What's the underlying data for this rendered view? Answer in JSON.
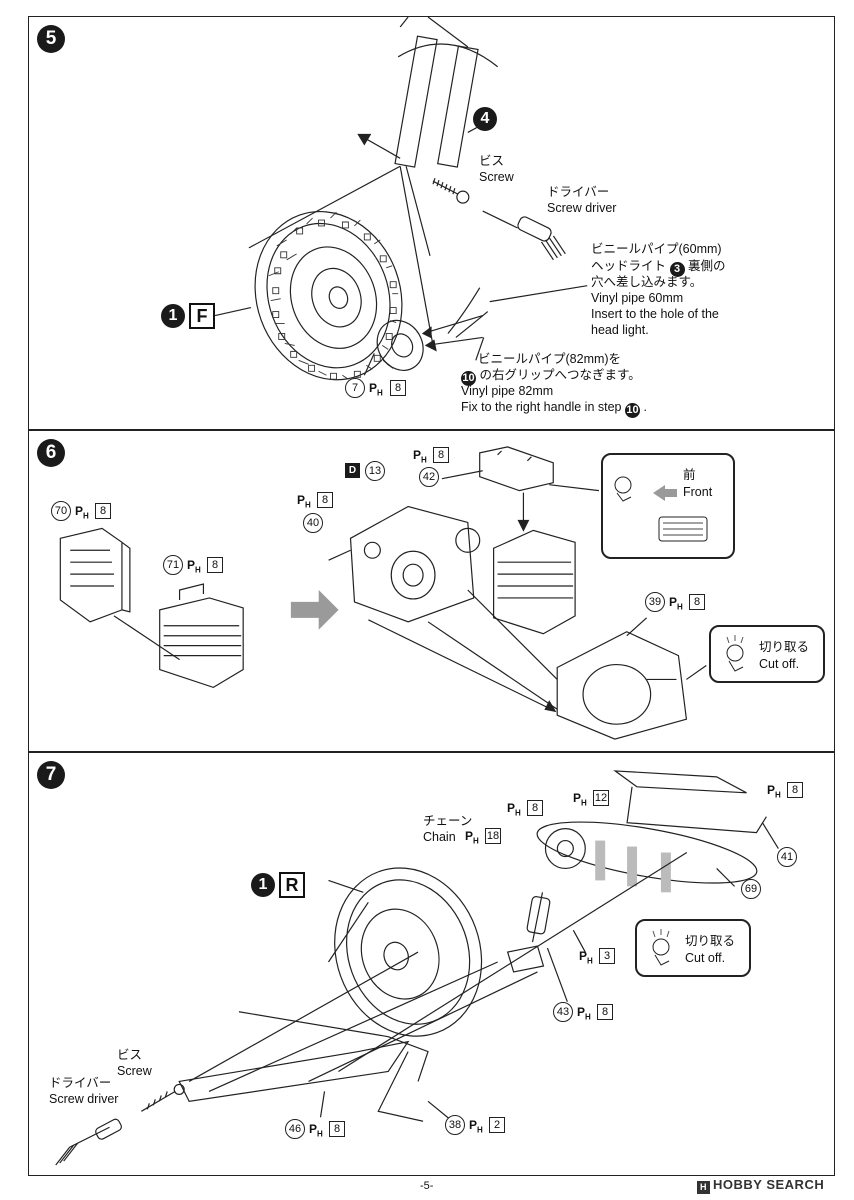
{
  "step5": {
    "number": "5",
    "ref_step_4": "4",
    "screw_jp": "ビス",
    "screw_en": "Screw",
    "driver_jp": "ドライバー",
    "driver_en": "Screw driver",
    "vinyl60": {
      "line1": "ビニールパイプ(60mm)",
      "line2_pre": "ヘッドライト",
      "line2_ref": "3",
      "line2_post": "裏側の",
      "line3": "穴へ差し込みます。",
      "line4": "Vinyl pipe 60mm",
      "line5": "Insert to the hole of the",
      "line6": "head light."
    },
    "vinyl82": {
      "line1": "ビニールパイプ(82mm)を",
      "line2_ref": "10",
      "line2_post": "の右グリップへつなぎます。",
      "line3": "Vinyl pipe 82mm",
      "line4_pre": "Fix to the right handle in step",
      "line4_ref": "10",
      "line4_post": "."
    },
    "assembly_ref": "1",
    "assembly_letter": "F",
    "part": "7",
    "ph_label": "P",
    "ph_sub": "H",
    "ph_num": "8"
  },
  "step6": {
    "number": "6",
    "parts": [
      {
        "num": "70",
        "ph": "8"
      },
      {
        "num": "71",
        "ph": "8"
      },
      {
        "num": "40",
        "ph": "8"
      },
      {
        "num": "13",
        "ph": ""
      },
      {
        "num": "42",
        "ph": "8"
      },
      {
        "num": "39",
        "ph": "8"
      }
    ],
    "d_label": "D",
    "ph_label": "P",
    "ph_sub": "H",
    "front_jp": "前",
    "front_en": "Front",
    "cutoff_jp": "切り取る",
    "cutoff_en": "Cut off."
  },
  "step7": {
    "number": "7",
    "assembly_ref": "1",
    "assembly_letter": "R",
    "chain_jp": "チェーン",
    "chain_en": "Chain",
    "ph_label": "P",
    "ph_sub": "H",
    "ph_chain": "18",
    "ph_top": "12",
    "ph_a": "8",
    "ph_b": "8",
    "parts": [
      {
        "num": "41",
        "ph": ""
      },
      {
        "num": "69",
        "ph": ""
      },
      {
        "num": "43",
        "ph": "8"
      },
      {
        "num": "46",
        "ph": "8"
      },
      {
        "num": "38",
        "ph": "2"
      }
    ],
    "ph_shock": "3",
    "cutoff_jp": "切り取る",
    "cutoff_en": "Cut off.",
    "screw_jp": "ビス",
    "screw_en": "Screw",
    "driver_jp": "ドライバー",
    "driver_en": "Screw driver"
  },
  "footer": {
    "page": "-5-",
    "watermark": "HOBBY SEARCH",
    "watermark_mark": "H"
  }
}
